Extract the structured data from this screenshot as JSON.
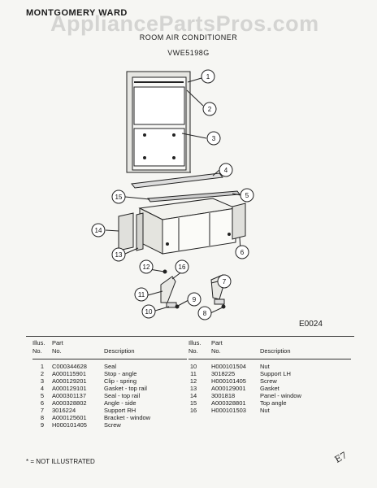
{
  "header": {
    "brand": "MONTGOMERY WARD",
    "watermark": "AppliancePartsPros.com",
    "title": "ROOM AIR CONDITIONER",
    "model": "VWE5198G"
  },
  "figure_code": "E0024",
  "callouts": [
    "1",
    "2",
    "3",
    "4",
    "5",
    "6",
    "7",
    "8",
    "9",
    "10",
    "11",
    "12",
    "13",
    "14",
    "15",
    "16"
  ],
  "table": {
    "headers": {
      "illus": "Illus.",
      "no": "No.",
      "part": "Part",
      "part_no": "No.",
      "description": "Description"
    },
    "left_rows": [
      {
        "illus": "1",
        "part": "C000344628",
        "desc": "Seal"
      },
      {
        "illus": "2",
        "part": "A000115901",
        "desc": "Stop - angle"
      },
      {
        "illus": "3",
        "part": "A000129201",
        "desc": "Clip - spring"
      },
      {
        "illus": "4",
        "part": "A000129101",
        "desc": "Gasket - top rail"
      },
      {
        "illus": "5",
        "part": "A000301137",
        "desc": "Seal - top rail"
      },
      {
        "illus": "6",
        "part": "A000328802",
        "desc": "Angle - side"
      },
      {
        "illus": "7",
        "part": "3016224",
        "desc": "Support RH"
      },
      {
        "illus": "8",
        "part": "A000125601",
        "desc": "Bracket - window"
      },
      {
        "illus": "9",
        "part": "H000101405",
        "desc": "Screw"
      }
    ],
    "right_rows": [
      {
        "illus": "10",
        "part": "H000101504",
        "desc": "Nut"
      },
      {
        "illus": "11",
        "part": "3018225",
        "desc": "Support LH"
      },
      {
        "illus": "12",
        "part": "H000101405",
        "desc": "Screw"
      },
      {
        "illus": "13",
        "part": "A000129001",
        "desc": "Gasket"
      },
      {
        "illus": "14",
        "part": "3001818",
        "desc": "Panel - window"
      },
      {
        "illus": "15",
        "part": "A000328801",
        "desc": "Top angle"
      },
      {
        "illus": "16",
        "part": "H000101503",
        "desc": "Nut"
      }
    ]
  },
  "footnote": "* = NOT ILLUSTRATED",
  "signature": "E7"
}
